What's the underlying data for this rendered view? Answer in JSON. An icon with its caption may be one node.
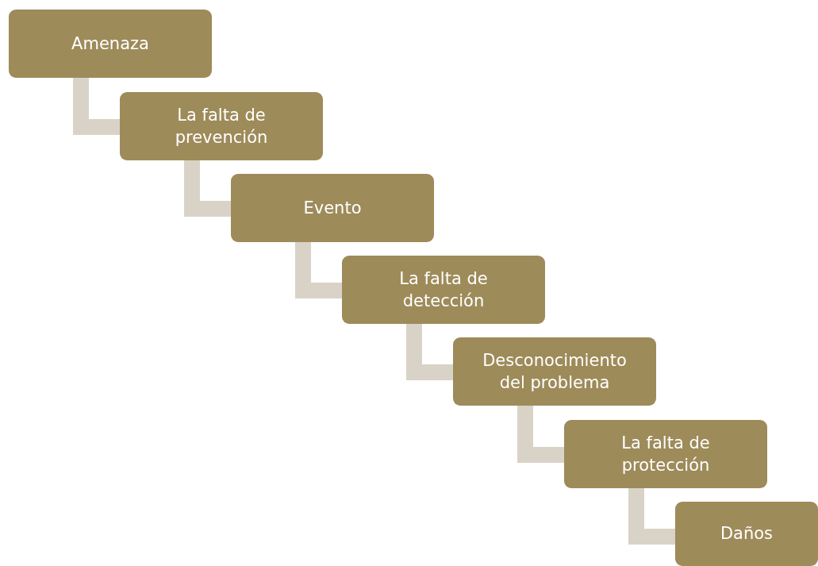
{
  "diagram": {
    "nodes": [
      {
        "text": [
          "Amenaza"
        ]
      },
      {
        "text": [
          "La falta de prevención"
        ]
      },
      {
        "text": [
          "Evento"
        ]
      },
      {
        "text": [
          "La falta de detección"
        ]
      },
      {
        "text": [
          "Desconocimiento del problema"
        ]
      },
      {
        "text": [
          "La falta de protección"
        ]
      },
      {
        "text": [
          "Daños"
        ]
      }
    ],
    "edges": [
      {
        "from": 0,
        "to": 1,
        "arrow": "none"
      },
      {
        "from": 1,
        "to": 2,
        "arrow": "none"
      },
      {
        "from": 2,
        "to": 3,
        "arrow": "none"
      },
      {
        "from": 3,
        "to": 4,
        "arrow": "none"
      },
      {
        "from": 4,
        "to": 5,
        "arrow": "none"
      },
      {
        "from": 5,
        "to": 6,
        "arrow": "none"
      }
    ]
  }
}
